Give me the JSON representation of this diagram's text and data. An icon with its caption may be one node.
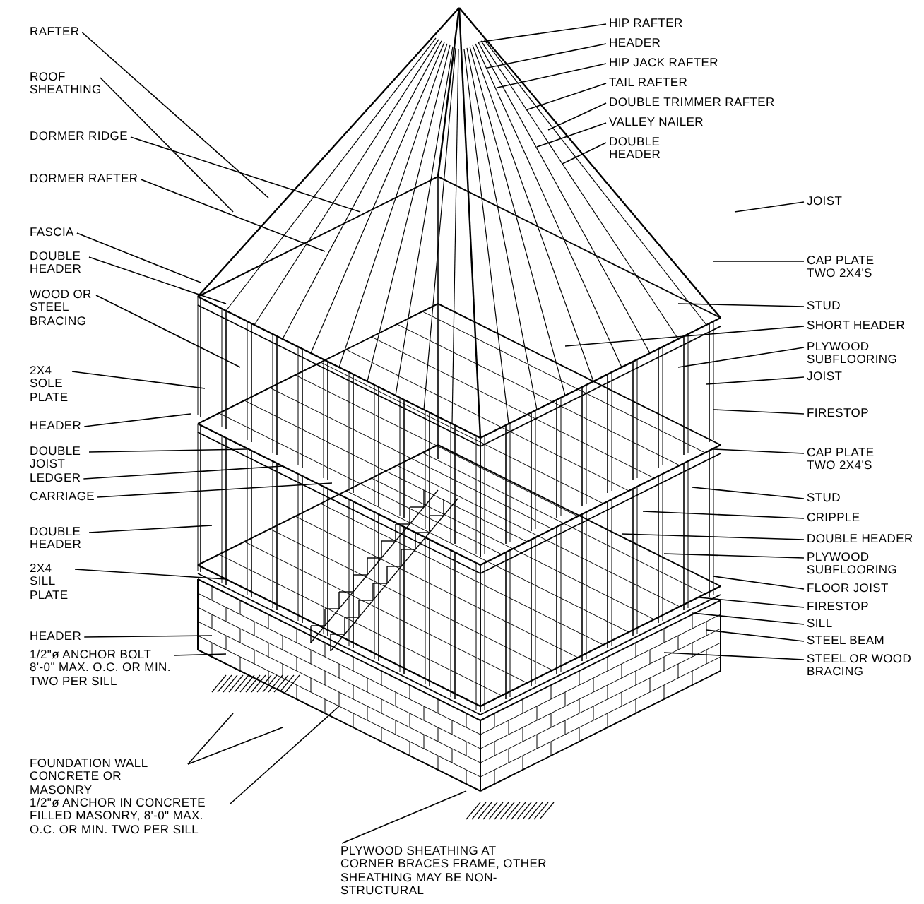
{
  "diagram": {
    "nodes": [
      {
        "text": [
          "RAFTER"
        ]
      },
      {
        "text": [
          "ROOF SHEATHING"
        ]
      },
      {
        "text": [
          "DORMER RIDGE"
        ]
      },
      {
        "text": [
          "DORMER RAFTER"
        ]
      },
      {
        "text": [
          "FASCIA"
        ]
      },
      {
        "text": [
          "DOUBLE HEADER"
        ]
      },
      {
        "text": [
          "WOOD OR STEEL BRACING"
        ]
      },
      {
        "text": [
          "2X4 SOLE PLATE"
        ]
      },
      {
        "text": [
          "HEADER"
        ]
      },
      {
        "text": [
          "DOUBLE JOIST"
        ]
      },
      {
        "text": [
          "LEDGER"
        ]
      },
      {
        "text": [
          "CARRIAGE"
        ]
      },
      {
        "text": [
          "DOUBLE HEADER"
        ]
      },
      {
        "text": [
          "2X4 SILL PLATE"
        ]
      },
      {
        "text": [
          "HEADER"
        ]
      },
      {
        "text": [
          "1/2\"ø ANCHOR BOLT 8'-0\" MAX. O.C. OR MIN. TWO PER SILL"
        ]
      },
      {
        "text": [
          "FOUNDATION WALL CONCRETE OR MASONRY"
        ]
      },
      {
        "text": [
          "1/2\"ø ANCHOR IN CONCRETE FILLED MASONRY, 8'-0\" MAX. O.C. OR MIN. TWO PER SILL"
        ]
      },
      {
        "text": [
          "HIP RAFTER"
        ]
      },
      {
        "text": [
          "HEADER"
        ]
      },
      {
        "text": [
          "HIP JACK RAFTER"
        ]
      },
      {
        "text": [
          "TAIL RAFTER"
        ]
      },
      {
        "text": [
          "DOUBLE TRIMMER RAFTER"
        ]
      },
      {
        "text": [
          "VALLEY NAILER"
        ]
      },
      {
        "text": [
          "DOUBLE HEADER"
        ]
      },
      {
        "text": [
          "JOIST"
        ]
      },
      {
        "text": [
          "CAP PLATE TWO 2X4'S"
        ]
      },
      {
        "text": [
          "STUD"
        ]
      },
      {
        "text": [
          "SHORT HEADER"
        ]
      },
      {
        "text": [
          "PLYWOOD SUBFLOORING"
        ]
      },
      {
        "text": [
          "JOIST"
        ]
      },
      {
        "text": [
          "FIRESTOP"
        ]
      },
      {
        "text": [
          "CAP PLATE TWO 2X4'S"
        ]
      },
      {
        "text": [
          "STUD"
        ]
      },
      {
        "text": [
          "CRIPPLE"
        ]
      },
      {
        "text": [
          "DOUBLE HEADER"
        ]
      },
      {
        "text": [
          "PLYWOOD SUBFLOORING"
        ]
      },
      {
        "text": [
          "FLOOR JOIST"
        ]
      },
      {
        "text": [
          "FIRESTOP"
        ]
      },
      {
        "text": [
          "SILL"
        ]
      },
      {
        "text": [
          "STEEL BEAM"
        ]
      },
      {
        "text": [
          "STEEL OR WOOD BRACING"
        ]
      },
      {
        "text": [
          "PLYWOOD SHEATHING AT CORNER BRACES FRAME, OTHER SHEATHING MAY BE NON-STRUCTURAL"
        ]
      }
    ],
    "edges": [
      {
        "from": 0,
        "to": null,
        "arrow": "none"
      },
      {
        "from": 1,
        "to": null,
        "arrow": "none"
      },
      {
        "from": 2,
        "to": null,
        "arrow": "none"
      },
      {
        "from": 3,
        "to": null,
        "arrow": "none"
      },
      {
        "from": 4,
        "to": null,
        "arrow": "none"
      },
      {
        "from": 5,
        "to": null,
        "arrow": "none"
      },
      {
        "from": 6,
        "to": null,
        "arrow": "none"
      },
      {
        "from": 7,
        "to": null,
        "arrow": "none"
      },
      {
        "from": 8,
        "to": null,
        "arrow": "none"
      },
      {
        "from": 9,
        "to": null,
        "arrow": "none"
      },
      {
        "from": 10,
        "to": null,
        "arrow": "none"
      },
      {
        "from": 11,
        "to": null,
        "arrow": "none"
      },
      {
        "from": 12,
        "to": null,
        "arrow": "none"
      },
      {
        "from": 13,
        "to": null,
        "arrow": "none"
      },
      {
        "from": 14,
        "to": null,
        "arrow": "none"
      },
      {
        "from": 15,
        "to": null,
        "arrow": "none"
      },
      {
        "from": 16,
        "to": null,
        "arrow": "none"
      },
      {
        "from": 16,
        "to": null,
        "arrow": "none"
      },
      {
        "from": 17,
        "to": null,
        "arrow": "none"
      },
      {
        "from": 18,
        "to": null,
        "arrow": "none"
      },
      {
        "from": 19,
        "to": null,
        "arrow": "none"
      },
      {
        "from": 20,
        "to": null,
        "arrow": "none"
      },
      {
        "from": 21,
        "to": null,
        "arrow": "none"
      },
      {
        "from": 22,
        "to": null,
        "arrow": "none"
      },
      {
        "from": 23,
        "to": null,
        "arrow": "none"
      },
      {
        "from": 24,
        "to": null,
        "arrow": "none"
      },
      {
        "from": 25,
        "to": null,
        "arrow": "none"
      },
      {
        "from": 26,
        "to": null,
        "arrow": "none"
      },
      {
        "from": 27,
        "to": null,
        "arrow": "none"
      },
      {
        "from": 28,
        "to": null,
        "arrow": "none"
      },
      {
        "from": 29,
        "to": null,
        "arrow": "none"
      },
      {
        "from": 30,
        "to": null,
        "arrow": "none"
      },
      {
        "from": 31,
        "to": null,
        "arrow": "none"
      },
      {
        "from": 32,
        "to": null,
        "arrow": "none"
      },
      {
        "from": 33,
        "to": null,
        "arrow": "none"
      },
      {
        "from": 34,
        "to": null,
        "arrow": "none"
      },
      {
        "from": 35,
        "to": null,
        "arrow": "none"
      },
      {
        "from": 36,
        "to": null,
        "arrow": "none"
      },
      {
        "from": 37,
        "to": null,
        "arrow": "none"
      },
      {
        "from": 38,
        "to": null,
        "arrow": "none"
      },
      {
        "from": 39,
        "to": null,
        "arrow": "none"
      },
      {
        "from": 40,
        "to": null,
        "arrow": "none"
      },
      {
        "from": 41,
        "to": null,
        "arrow": "none"
      },
      {
        "from": 42,
        "to": null,
        "arrow": "none"
      }
    ]
  }
}
